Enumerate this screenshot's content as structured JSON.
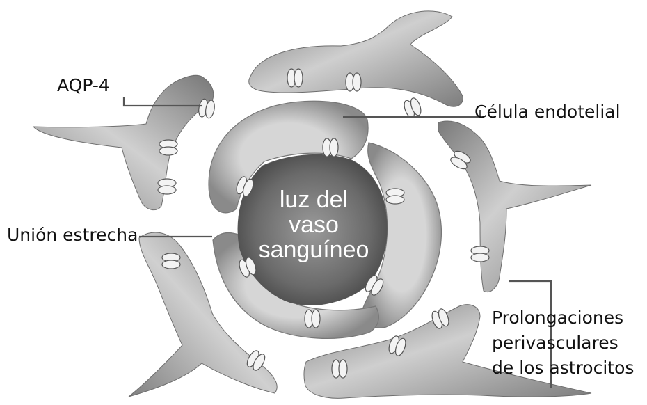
{
  "labels": {
    "aqp4": "AQP-4",
    "endothelial_cell": "Célula endotelial",
    "tight_junction": "Unión estrecha",
    "astrocyte_line1": "Prolongaciones",
    "astrocyte_line2": "perivasculares",
    "astrocyte_line3": "de los astrocitos"
  },
  "lumen": {
    "line1": "luz del",
    "line2": "vaso",
    "line3": "sanguíneo"
  },
  "colors": {
    "astrocyte_light": "#d4d4d4",
    "astrocyte_dark": "#7a7a7a",
    "endothelium_light": "#d6d6d6",
    "endothelium_dark": "#8e8e8e",
    "lumen_light": "#9a9a9a",
    "lumen_dark": "#4a4a4a",
    "channel_fill": "#f3f3f3"
  }
}
